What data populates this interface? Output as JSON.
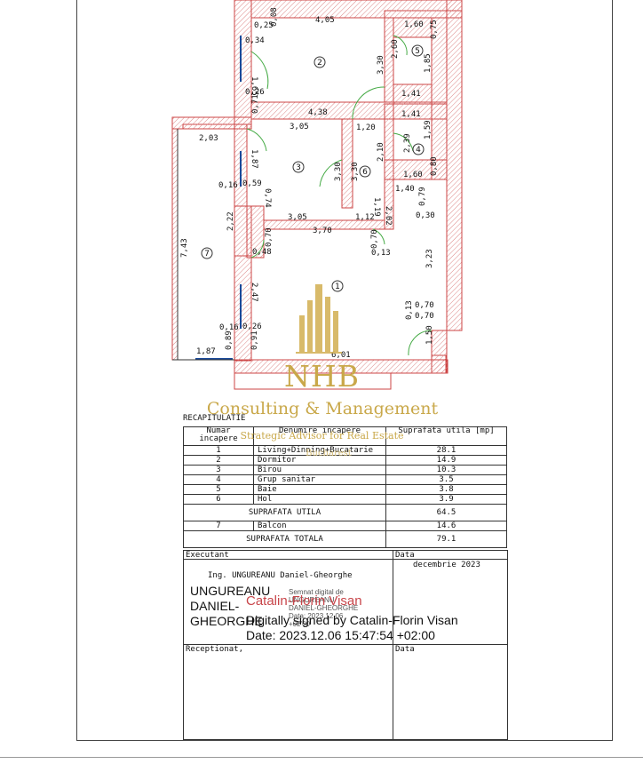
{
  "plan": {
    "dimensions": {
      "d0_25": "0,25",
      "d0_08": "0,08",
      "d4_05": "4,05",
      "d1_60a": "1,60",
      "d0_75": "0,75",
      "d0_34": "0,34",
      "d2_60": "2,60",
      "d1_65": "1,65",
      "d3_30a": "3,30",
      "d1_85": "1,85",
      "d0_26a": "0,26",
      "d1_41a": "1,41",
      "d0_71": "0,71",
      "d4_38": "4,38",
      "d1_41b": "1,41",
      "d2_03": "2,03",
      "d3_05a": "3,05",
      "d1_20": "1,20",
      "d2_39": "2,39",
      "d1_59": "1,59",
      "d1_87a": "1,87",
      "d3_30b": "3,30",
      "d3_30c": "3,30",
      "d2_10": "2,10",
      "d1_60b": "1,60",
      "d0_80": "0,80",
      "d0_16a": "0,16",
      "d0_59": "0,59",
      "d1_40": "1,40",
      "d0_79": "0,79",
      "d0_74": "0,74",
      "d1_19": "1,19",
      "d0_30": "0,30",
      "d2_22": "2,22",
      "d3_05b": "3,05",
      "d1_12": "1,12",
      "d2_02": "2,02",
      "d7_43": "7,43",
      "d3_70": "3,70",
      "d0_70a": "0,70",
      "d0_70b": "0,70",
      "d0_48": "0,48",
      "d0_13a": "0,13",
      "d3_23": "3,23",
      "d2_47": "2,47",
      "d0_13b": "0,13",
      "d0_70c": "0,70",
      "d0_70d": "0,70",
      "d0_16b": "0,16",
      "d0_26b": "0,26",
      "d1_50": "1,50",
      "d1_87b": "1,87",
      "d0_89": "0,89",
      "d0_91": "0,91",
      "d6_01": "6,01"
    },
    "room_numbers": [
      "1",
      "2",
      "3",
      "4",
      "5",
      "6",
      "7"
    ]
  },
  "watermark": {
    "title": "NHB",
    "subtitle": "Consulting & Management",
    "tagline": "Strategic Advisor for  Real Estate",
    "city": "Bucharest"
  },
  "recap": {
    "title": "RECAPITULATIE",
    "headers": {
      "num": "Numar incapere",
      "name": "Denumire incapere",
      "area": "Suprafata utila [mp]"
    },
    "rows": [
      {
        "num": "1",
        "name": "Living+Dinning+Bucatarie",
        "area": "28.1"
      },
      {
        "num": "2",
        "name": "Dormitor",
        "area": "14.9"
      },
      {
        "num": "3",
        "name": "Birou",
        "area": "10.3"
      },
      {
        "num": "4",
        "name": "Grup  sanitar",
        "area": "3.5"
      },
      {
        "num": "5",
        "name": "Baie",
        "area": "3.8"
      },
      {
        "num": "6",
        "name": "Hol",
        "area": "3.9"
      }
    ],
    "useful_label": "SUPRAFATA UTILA",
    "useful_value": "64.5",
    "balcony": {
      "num": "7",
      "name": "Balcon",
      "area": "14.6"
    },
    "total_label": "SUPRAFATA TOTALA",
    "total_value": "79.1"
  },
  "signature": {
    "executant_label": "Executant",
    "data_label": "Data",
    "executant_name": "Ing. UNGUREANU  Daniel-Gheorghe",
    "date_value": "decembrie 2023",
    "signer_big": "UNGUREANU DANIEL-GHEORGHE",
    "signer_small": "Semnat digital de UNGUREANU DANIEL-GHEORGHE Data: 2023.12.06 +02'00'",
    "red_name": "Catalin-Florin Visan",
    "digital_line1": "Digitally signed by Catalin-Florin Visan",
    "digital_line2": "Date: 2023.12.06 15:47:54 +02:00",
    "receptionat_label": "Receptionat,",
    "data_label2": "Data"
  }
}
